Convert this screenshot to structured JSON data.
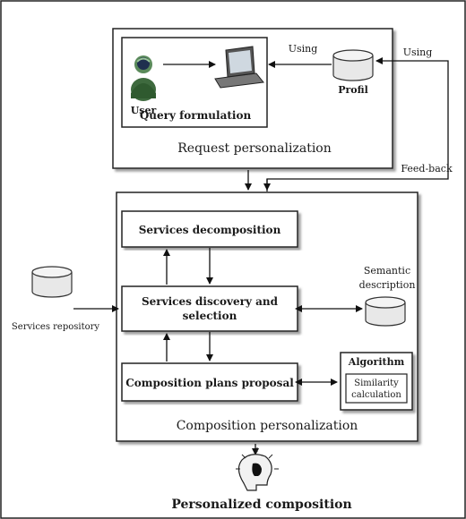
{
  "request": {
    "user_label": "User",
    "profile_label": "Profil",
    "query_title": "Query formulation",
    "section_title": "Request personalization",
    "using_inner": "Using",
    "using_outer": "Using",
    "feedback": "Feed-back"
  },
  "composition": {
    "decomposition": "Services decomposition",
    "discovery_line1": "Services discovery and",
    "discovery_line2": "selection",
    "plans": "Composition plans proposal",
    "algorithm_title": "Algorithm",
    "similarity_line1": "Similarity",
    "similarity_line2": "calculation",
    "section_title": "Composition personalization"
  },
  "external": {
    "repository": "Services repository",
    "semantic_line1": "Semantic",
    "semantic_line2": "description"
  },
  "output": {
    "label": "Personalized composition"
  }
}
